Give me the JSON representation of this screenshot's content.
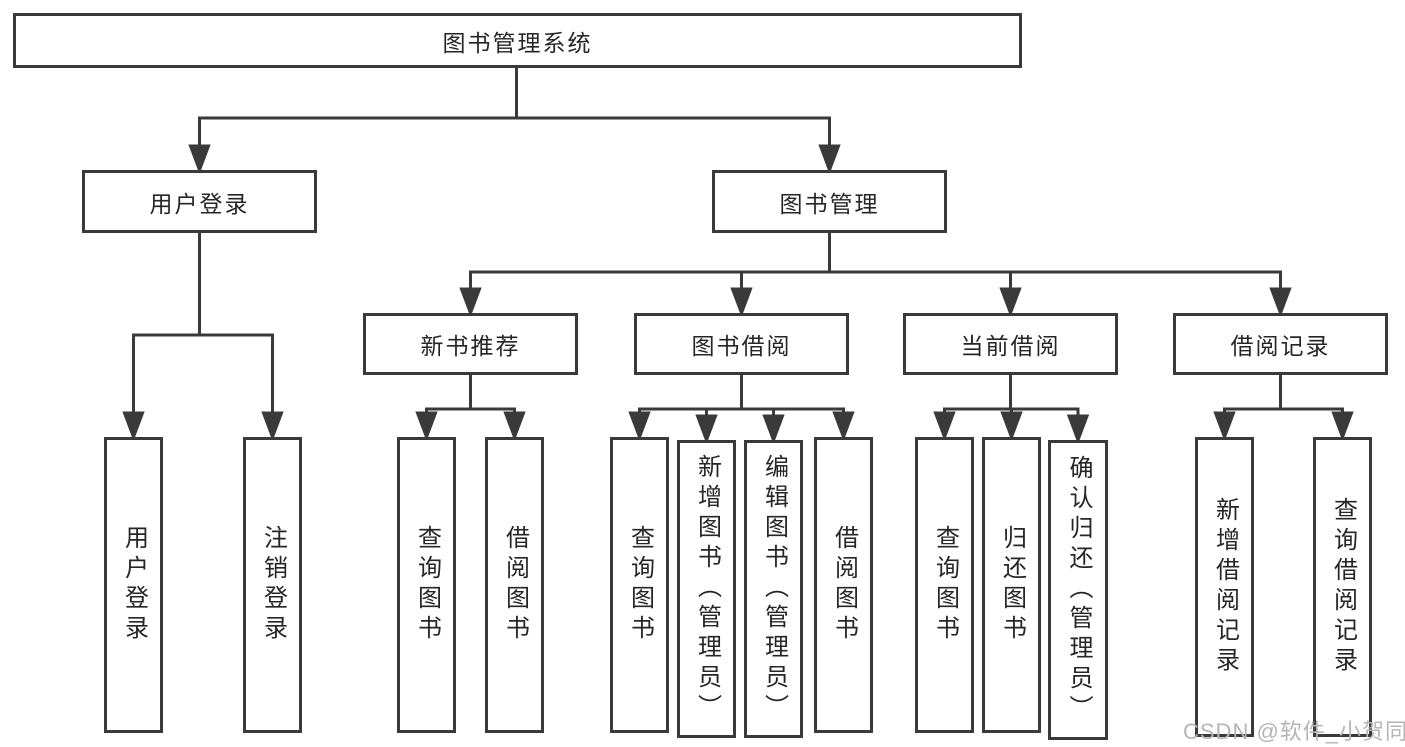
{
  "diagram": {
    "root": {
      "label": "图书管理系统",
      "children": [
        {
          "label": "用户登录",
          "children": [
            {
              "label": "用户登录"
            },
            {
              "label": "注销登录"
            }
          ]
        },
        {
          "label": "图书管理",
          "children": [
            {
              "label": "新书推荐",
              "children": [
                {
                  "label": "查询图书"
                },
                {
                  "label": "借阅图书"
                }
              ]
            },
            {
              "label": "图书借阅",
              "children": [
                {
                  "label": "查询图书"
                },
                {
                  "label": "新增图书（管理员）"
                },
                {
                  "label": "编辑图书（管理员）"
                },
                {
                  "label": "借阅图书"
                }
              ]
            },
            {
              "label": "当前借阅",
              "children": [
                {
                  "label": "查询图书"
                },
                {
                  "label": "归还图书"
                },
                {
                  "label": "确认归还（管理员）"
                }
              ]
            },
            {
              "label": "借阅记录",
              "children": [
                {
                  "label": "新增借阅记录"
                },
                {
                  "label": "查询借阅记录"
                }
              ]
            }
          ]
        }
      ]
    },
    "watermark": {
      "text": "CSDN @软件_小贺同学"
    },
    "colors": {
      "line": "#3a3a3a",
      "box_border": "#3a3a3a",
      "text": "#262626",
      "watermark": "#b5b5b5",
      "background": "#ffffff"
    }
  }
}
